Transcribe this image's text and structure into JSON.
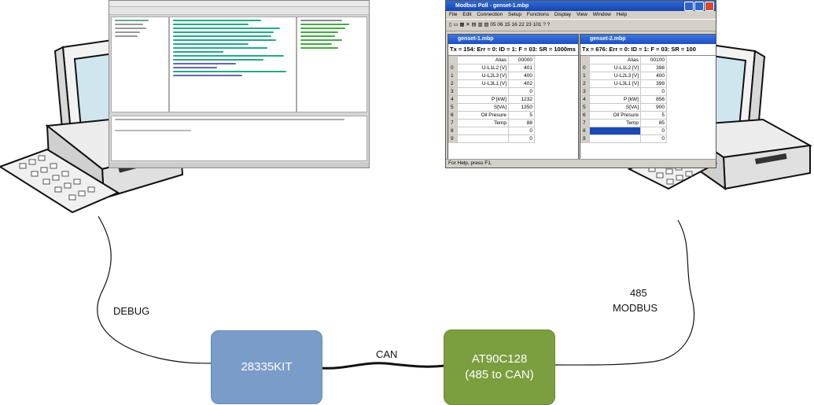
{
  "labels": {
    "debug": "DEBUG",
    "can": "CAN",
    "modbus_line1": "485",
    "modbus_line2": "MODBUS"
  },
  "blocks": {
    "kit": "28335KIT",
    "at90_line1": "AT90C128",
    "at90_line2": "(485 to CAN)"
  },
  "modbus_poll": {
    "title": "Modbus Poll - genset-1.mbp",
    "menu": [
      "File",
      "Edit",
      "Connection",
      "Setup",
      "Functions",
      "Display",
      "View",
      "Window",
      "Help"
    ],
    "toolbar_text": "05 06 15 16 22 23 101",
    "status": "For Help, press F1.",
    "win1": {
      "title": "genset-1.mbp",
      "info": "Tx = 154: Err = 0: ID = 1: F = 03: SR = 1000ms",
      "header_alias": "Alias",
      "header_addr": "00000",
      "rows": [
        {
          "i": "0",
          "alias": "U-L1L2 [V]",
          "val": "401"
        },
        {
          "i": "1",
          "alias": "U-L2L3 [V]",
          "val": "400"
        },
        {
          "i": "2",
          "alias": "U-L3L1 [V]",
          "val": "402"
        },
        {
          "i": "3",
          "alias": "",
          "val": "0"
        },
        {
          "i": "4",
          "alias": "P [kW]",
          "val": "1232"
        },
        {
          "i": "5",
          "alias": "S[VA]",
          "val": "1350"
        },
        {
          "i": "6",
          "alias": "Oil Presure",
          "val": "5"
        },
        {
          "i": "7",
          "alias": "Temp",
          "val": "88"
        },
        {
          "i": "8",
          "alias": "",
          "val": "0"
        },
        {
          "i": "9",
          "alias": "",
          "val": "0"
        }
      ]
    },
    "win2": {
      "title": "genset-2.mbp",
      "info": "Tx = 676: Err = 0: ID = 1: F = 03: SR = 100",
      "header_alias": "Alias",
      "header_addr": "00100",
      "rows": [
        {
          "i": "0",
          "alias": "U-L1L2 [V]",
          "val": "398"
        },
        {
          "i": "1",
          "alias": "U-L2L3 [V]",
          "val": "400"
        },
        {
          "i": "2",
          "alias": "U-L3L1 [V]",
          "val": "399"
        },
        {
          "i": "3",
          "alias": "",
          "val": "0"
        },
        {
          "i": "4",
          "alias": "P [kW]",
          "val": "856"
        },
        {
          "i": "5",
          "alias": "S[VA]",
          "val": "900"
        },
        {
          "i": "6",
          "alias": "Oil Presure",
          "val": "5"
        },
        {
          "i": "7",
          "alias": "Temp",
          "val": "85"
        },
        {
          "i": "8",
          "alias": "",
          "val": "0"
        },
        {
          "i": "9",
          "alias": "",
          "val": "0"
        }
      ]
    }
  },
  "colors": {
    "kit_block": "#7a9cc8",
    "at90_block": "#7b9e3e",
    "computer_body": "#e8e8e8"
  }
}
